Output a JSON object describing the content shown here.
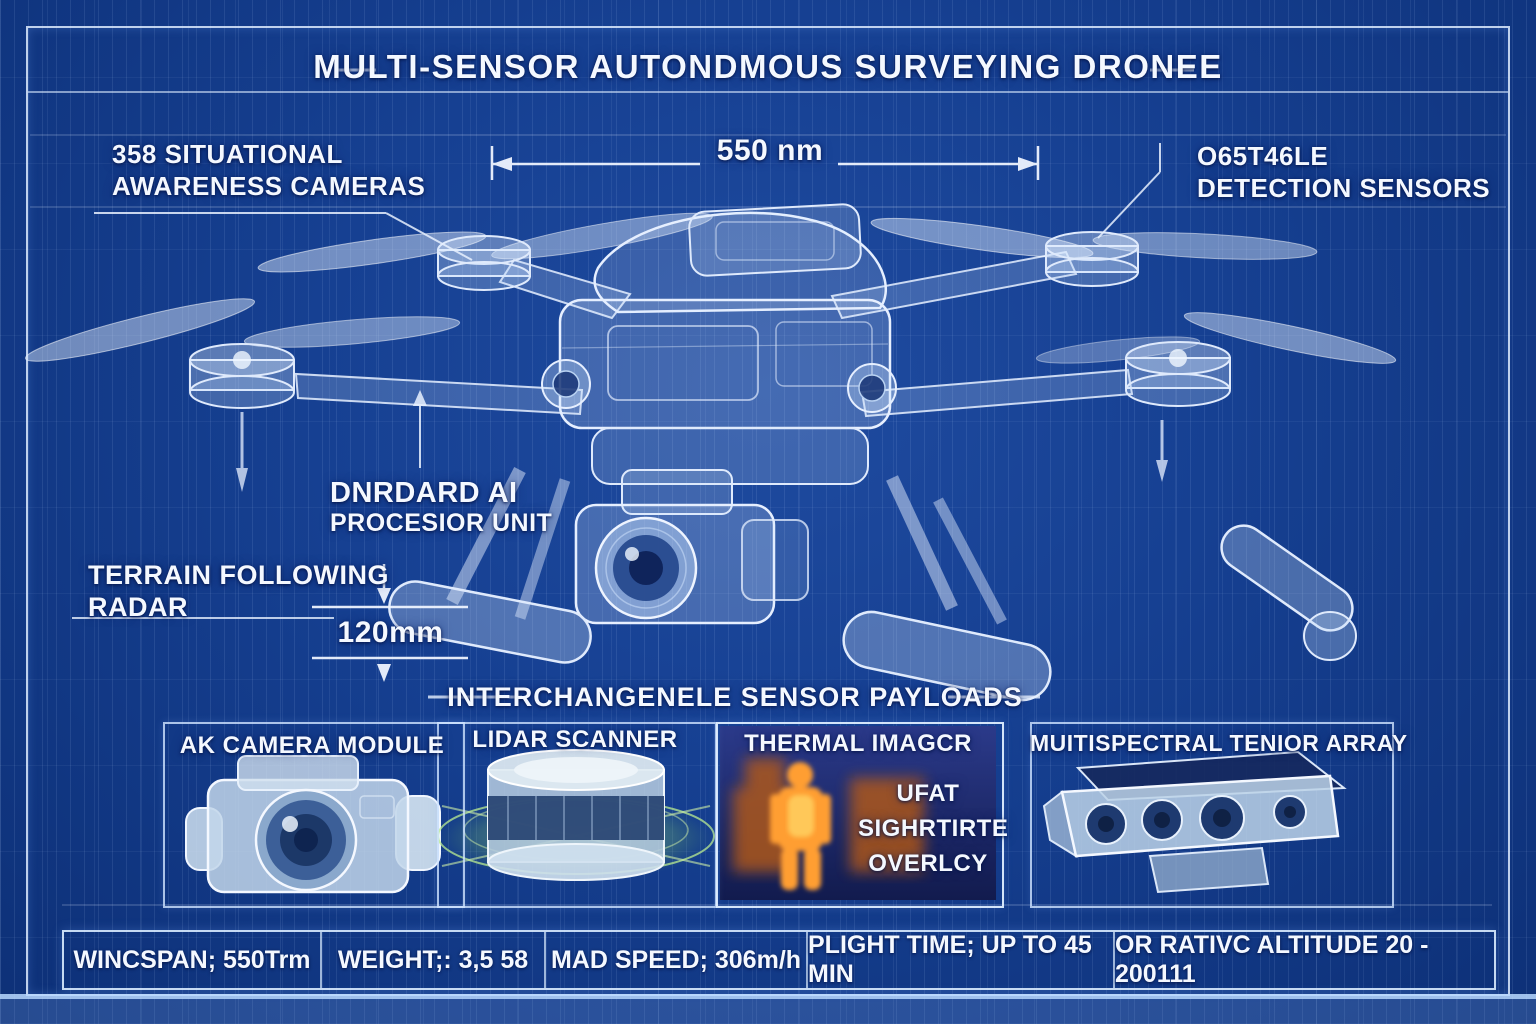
{
  "title": {
    "text": "MULTI-SENSOR AUTONDMOUS SURVEYING DRONEE"
  },
  "callouts": {
    "situational_cameras": {
      "line1": "358  SITUATIONAL",
      "line2": "AWARENESS CAMERAS"
    },
    "obstacle_sensors": {
      "line1": "O65T46LE",
      "line2": "DETECTION SENSORS"
    },
    "ai_processor": {
      "line1": "DNRDARD AI",
      "line2": "PROCESIOR UNIT"
    },
    "terrain_radar": {
      "line1": "TERRAIN FOLLOWING",
      "line2": "RADAR"
    }
  },
  "dimensions": {
    "wingspan": "550 nm",
    "height": "120mm"
  },
  "payloads": {
    "header": "INTERCHANGENELE SENSOR PAYLOADS",
    "modules": [
      {
        "label": "AK CAMERA MODULE"
      },
      {
        "label": "LIDAR SCANNER"
      },
      {
        "label": "THERMAL IMAGCR",
        "overlay_line1": "UFAT",
        "overlay_line2": "SIGHRTIRTE",
        "overlay_line3": "OVERLCY"
      },
      {
        "label": "MUITISPECTRAL TENIOR ARRAY"
      }
    ]
  },
  "spec_bar": [
    {
      "text": "WINCSPAN;  550Trm"
    },
    {
      "text": "WEIGHT;:  3,5 58"
    },
    {
      "text": "MAD SPEED;  306m/h"
    },
    {
      "text": "PLIGHT  TIME;  UP TO 45 MIN"
    },
    {
      "text": "OR RATIVC ALTITUDE   20 - 200111"
    }
  ],
  "colors": {
    "background": "#164092",
    "line": "#dfeafc",
    "text": "#f4f8ff",
    "lidar_glow": "#9fdd7a",
    "thermal_hot": "#ff9e30",
    "thermal_bg": "#1b2566"
  }
}
